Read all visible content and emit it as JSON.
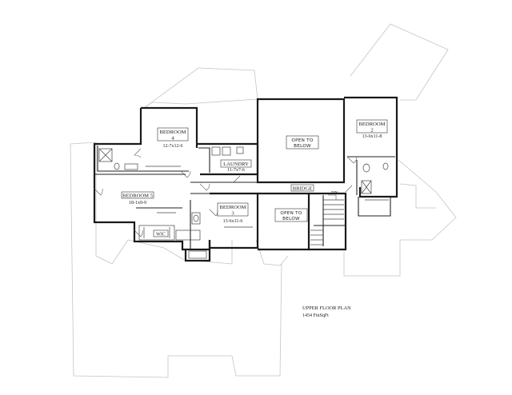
{
  "rooms": {
    "bedroom4": {
      "name": "BEDROOM",
      "number": "4",
      "dims": "12-7x12-6"
    },
    "bedroom2": {
      "name": "BEDROOM",
      "number": "2",
      "dims": "13-6x11-8"
    },
    "bedroom5": {
      "name": "BEDROOM 5",
      "dims": "18-1x9-9"
    },
    "bedroom3": {
      "name": "BEDROOM",
      "number": "3",
      "dims": "13-6x11-6"
    },
    "laundry": {
      "name": "LAUNDRY",
      "dims": "11-7x7-6"
    },
    "wic": {
      "name": "WIC"
    }
  },
  "open_to_below_upper": {
    "line1": "OPEN TO",
    "line2": "BELOW"
  },
  "open_to_below_lower": {
    "line1": "OPEN TO",
    "line2": "BELOW"
  },
  "bridge": "BRIDGE",
  "stair_dn": "DN",
  "plan_title": "UPPER FLOOR PLAN",
  "plan_area": "1454 FinSqFt"
}
